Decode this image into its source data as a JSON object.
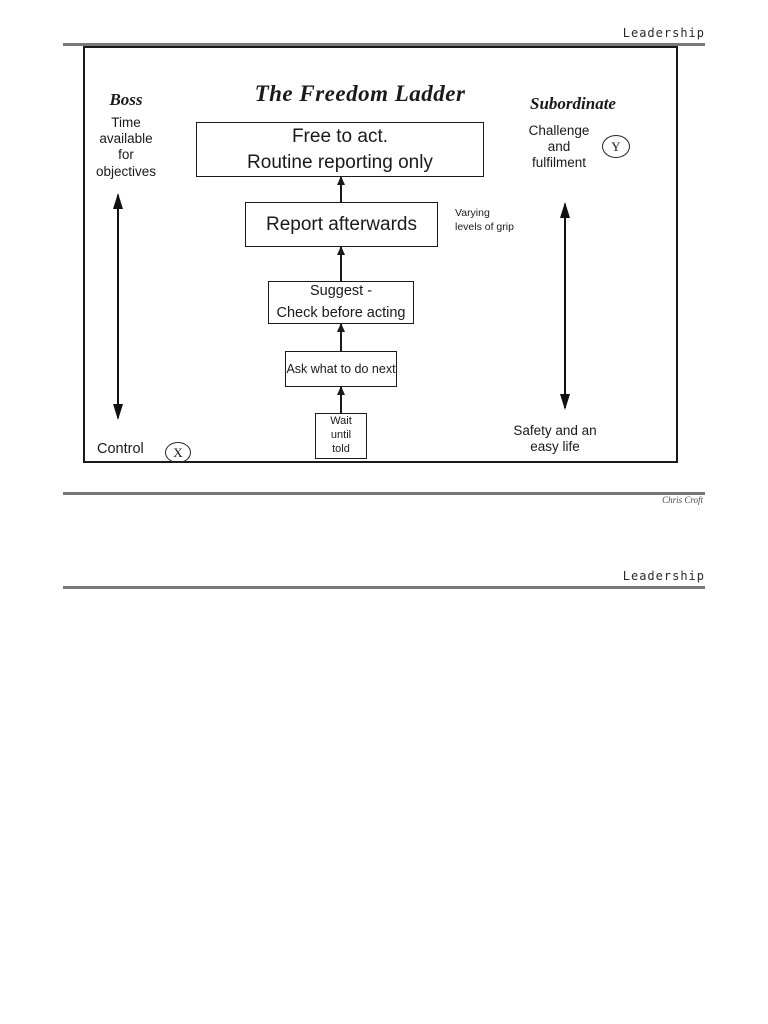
{
  "headers": {
    "top": "Leadership",
    "next_section": "Leadership"
  },
  "footer": {
    "credit": "Chris Croft"
  },
  "diagram": {
    "title": "The Freedom Ladder",
    "left": {
      "heading": "Boss",
      "subheading": "Time\navailable\nfor\nobjectives",
      "bottom_label": "Control",
      "badge": "X"
    },
    "right": {
      "heading": "Subordinate",
      "top_label": "Challenge\nand\nfulfilment",
      "badge": "Y",
      "bottom_label": "Safety and an\neasy life"
    },
    "side_note": "Varying\nlevels of grip",
    "ladder": [
      {
        "label": "Free to act.\nRoutine reporting only"
      },
      {
        "label": "Report afterwards"
      },
      {
        "label": "Suggest -\nCheck before acting"
      },
      {
        "label": "Ask what to do next"
      },
      {
        "label": "Wait\nuntil\ntold"
      }
    ]
  },
  "colors": {
    "rule_gray": "#787878",
    "ink": "#1a1a1a"
  }
}
